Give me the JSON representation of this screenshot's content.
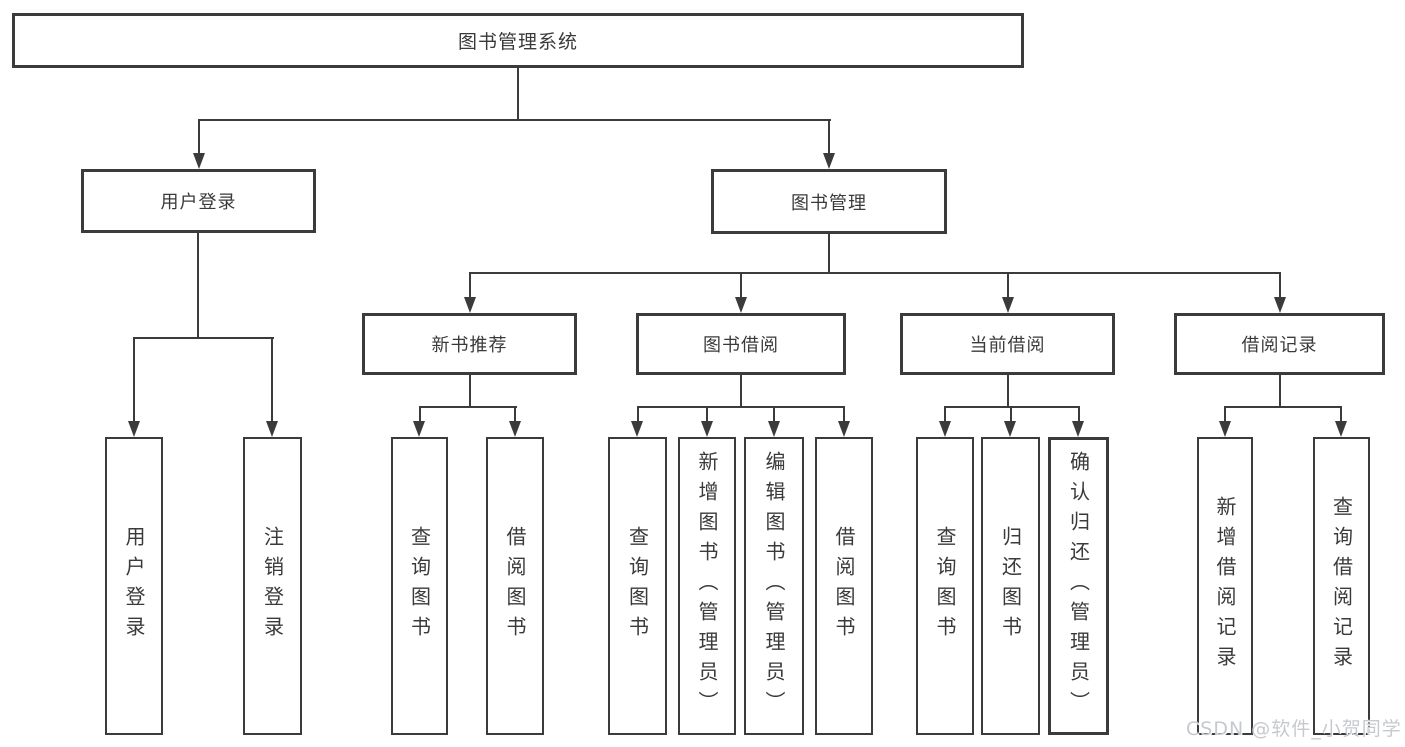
{
  "diagram": {
    "root": "图书管理系统",
    "modules": [
      {
        "label": "用户登录",
        "children": [
          "用户登录",
          "注销登录"
        ]
      },
      {
        "label": "图书管理",
        "children": [
          {
            "label": "新书推荐",
            "children": [
              "查询图书",
              "借阅图书"
            ]
          },
          {
            "label": "图书借阅",
            "children": [
              "查询图书",
              "新增图书（管理员）",
              "编辑图书（管理员）",
              "借阅图书"
            ]
          },
          {
            "label": "当前借阅",
            "children": [
              "查询图书",
              "归还图书",
              "确认归还（管理员）"
            ]
          },
          {
            "label": "借阅记录",
            "children": [
              "新增借阅记录",
              "查询借阅记录"
            ]
          }
        ]
      }
    ]
  },
  "watermark": {
    "text": "CSDN @软件_小贺同学"
  },
  "colors": {
    "line": "#3b3b3b",
    "text": "#3a3a3a",
    "background": "#ffffff",
    "watermark_text": "#c6c9cf"
  }
}
